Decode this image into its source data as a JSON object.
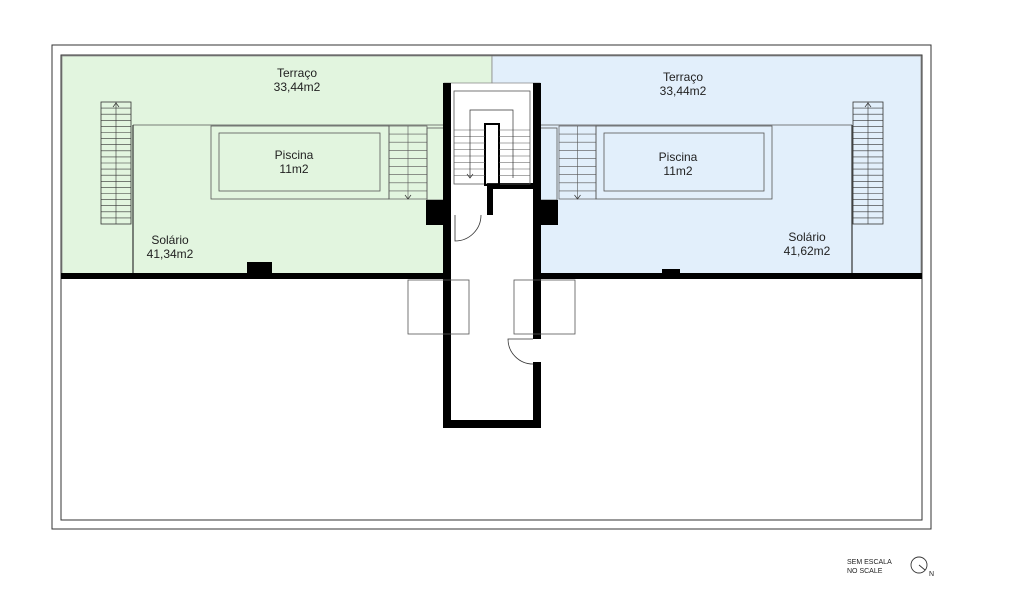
{
  "left_unit": {
    "terrace": {
      "name": "Terraço",
      "area": "33,44m2"
    },
    "pool": {
      "name": "Piscina",
      "area": "11m2"
    },
    "solarium": {
      "name": "Solário",
      "area": "41,34m2"
    },
    "fill_color": "#e2f5df"
  },
  "right_unit": {
    "terrace": {
      "name": "Terraço",
      "area": "33,44m2"
    },
    "pool": {
      "name": "Piscina",
      "area": "11m2"
    },
    "solarium": {
      "name": "Solário",
      "area": "41,62m2"
    },
    "fill_color": "#e2effb"
  },
  "scale_note": {
    "line1": "SEM ESCALA",
    "line2": "NO SCALE"
  },
  "north": {
    "letter": "N",
    "icon": "north-arrow-icon"
  }
}
